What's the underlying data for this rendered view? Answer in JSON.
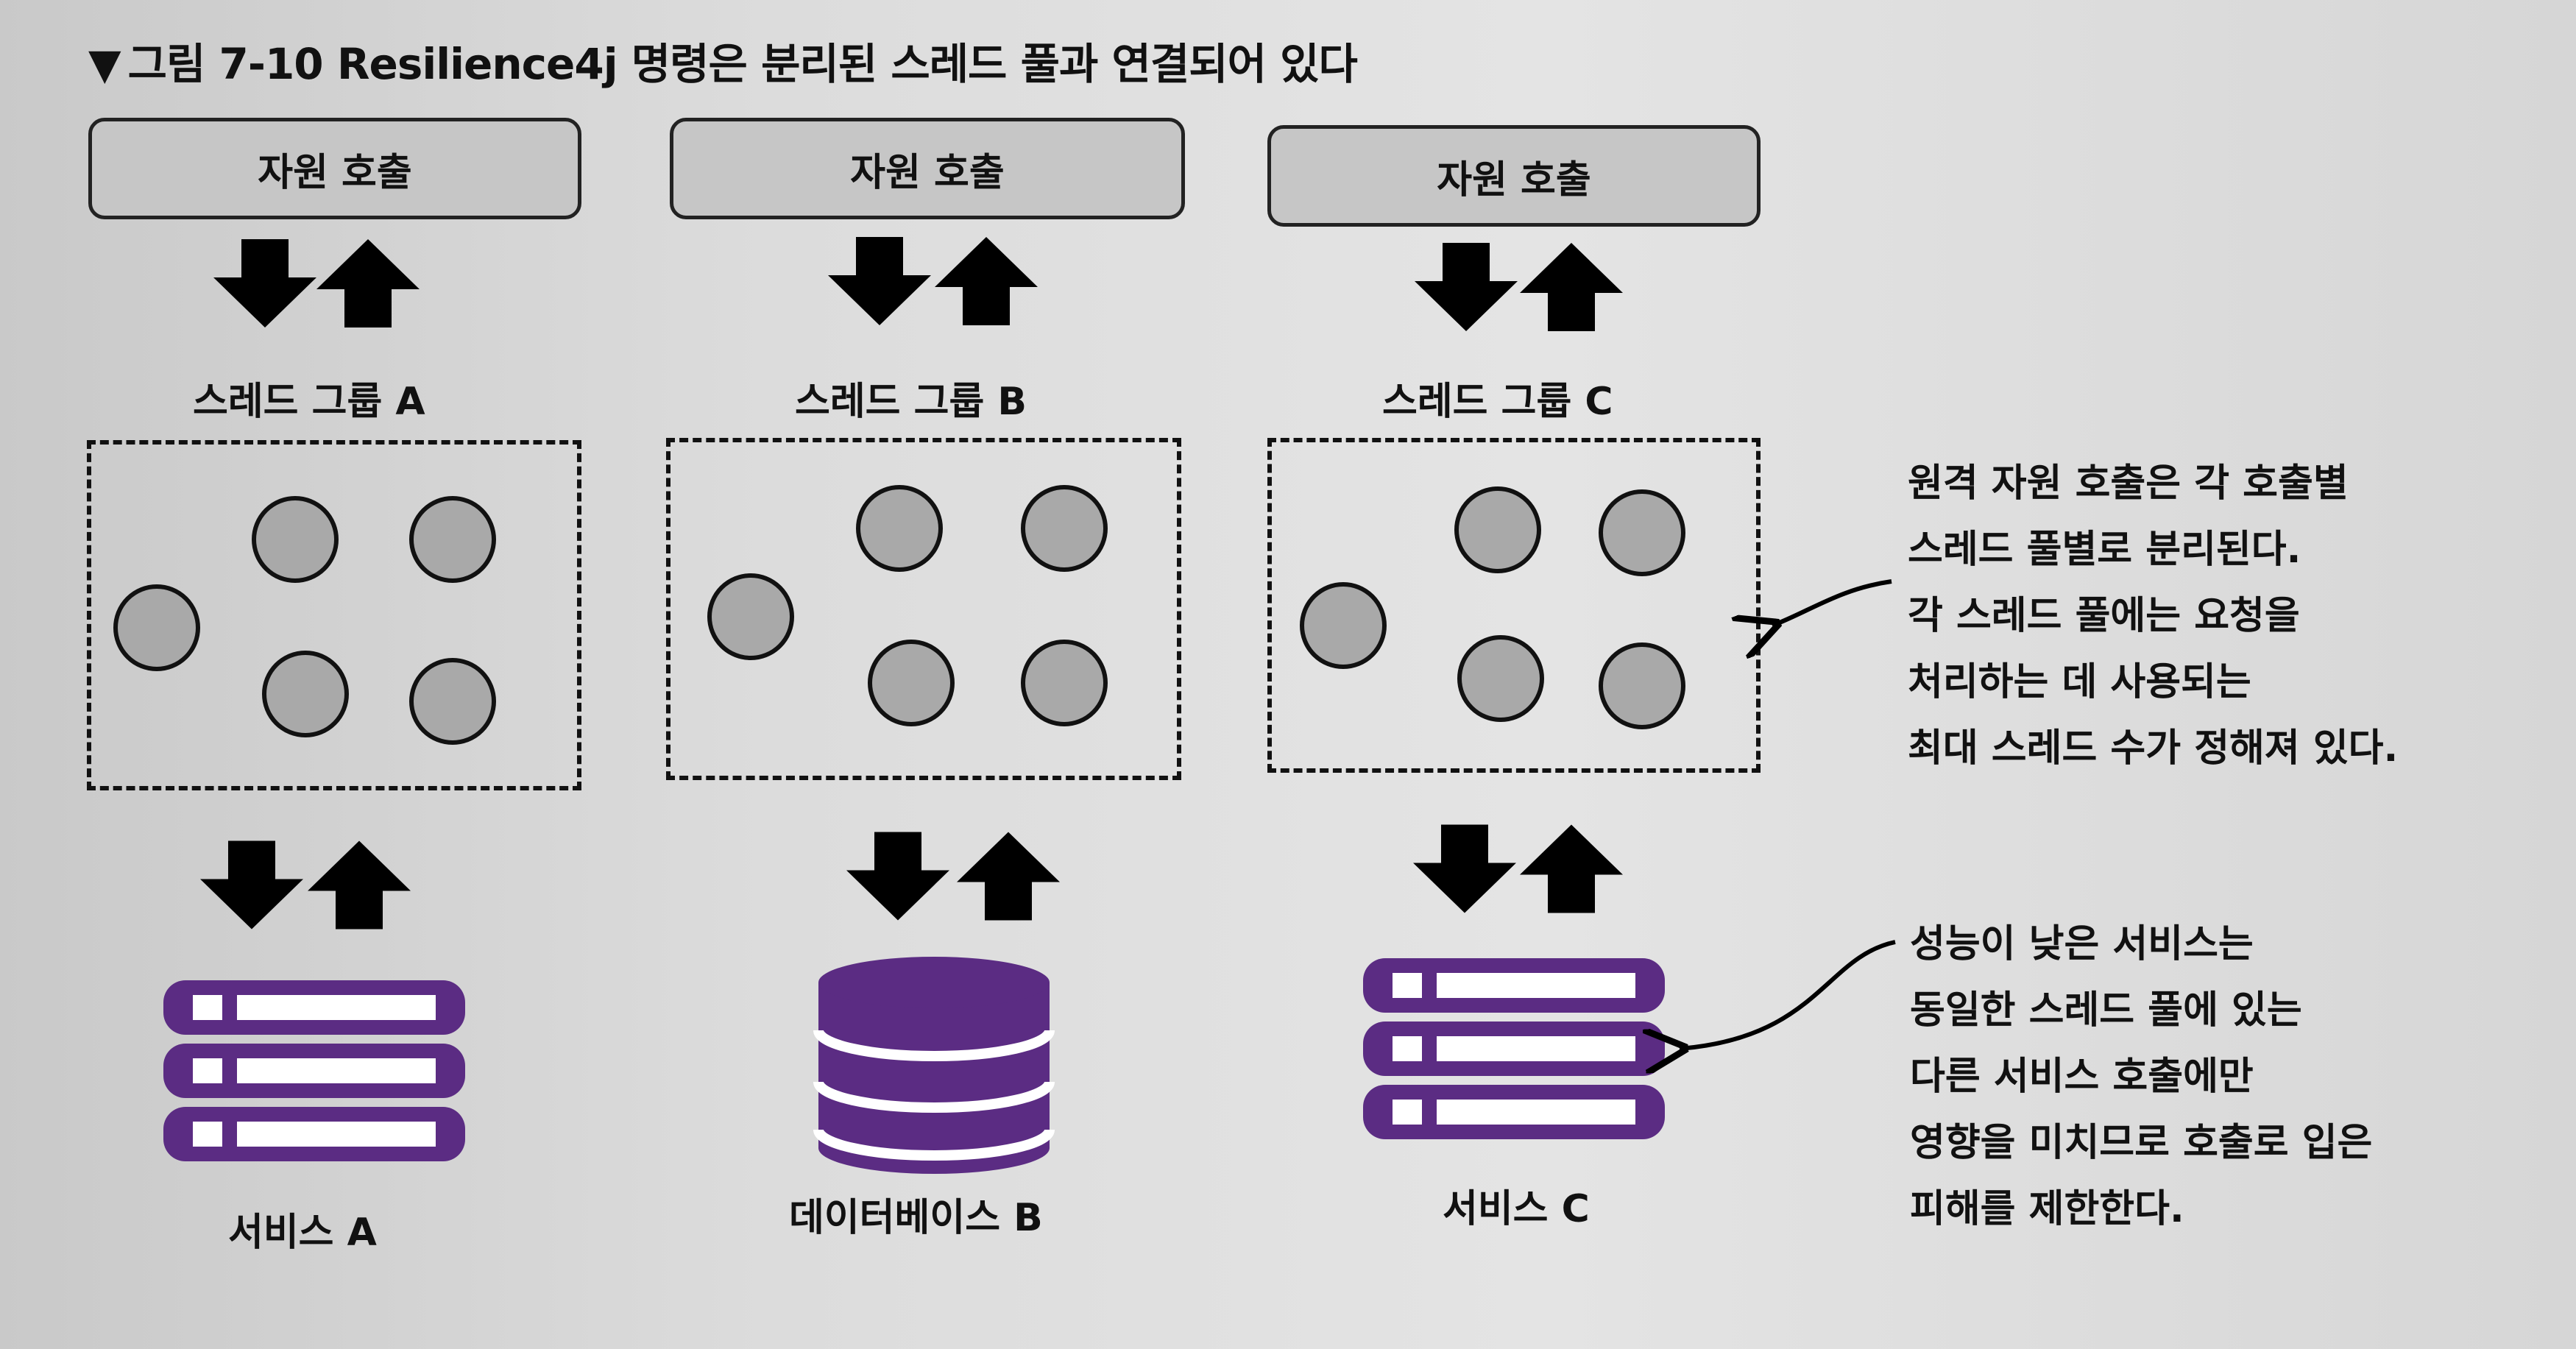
{
  "caption": {
    "icon": "down-triangle-icon",
    "text": "그림 7-10 Resilience4j 명령은 분리된 스레드 풀과 연결되어 있다"
  },
  "columns": [
    {
      "call_label": "자원 호출",
      "group_label": "스레드 그룹 A",
      "service_label": "서비스 A",
      "service_icon": "server-stack-icon"
    },
    {
      "call_label": "자원 호출",
      "group_label": "스레드 그룹 B",
      "service_label": "데이터베이스 B",
      "service_icon": "database-icon"
    },
    {
      "call_label": "자원 호출",
      "group_label": "스레드 그룹 C",
      "service_label": "서비스 C",
      "service_icon": "server-stack-icon"
    }
  ],
  "notes": {
    "top": [
      "원격 자원 호출은 각 호출별",
      "스레드 풀별로 분리된다.",
      "각 스레드 풀에는 요청을",
      "처리하는 데 사용되는",
      "최대 스레드 수가 정해져 있다."
    ],
    "bottom": [
      "성능이 낮은 서비스는",
      "동일한 스레드 풀에 있는",
      "다른 서비스 호출에만",
      "영향을 미치므로 호출로 입은",
      "피해를 제한한다."
    ]
  },
  "colors": {
    "service_purple": "#5b2c83",
    "box_fill": "#c6c6c6",
    "thread_fill": "#a9a9a9"
  }
}
